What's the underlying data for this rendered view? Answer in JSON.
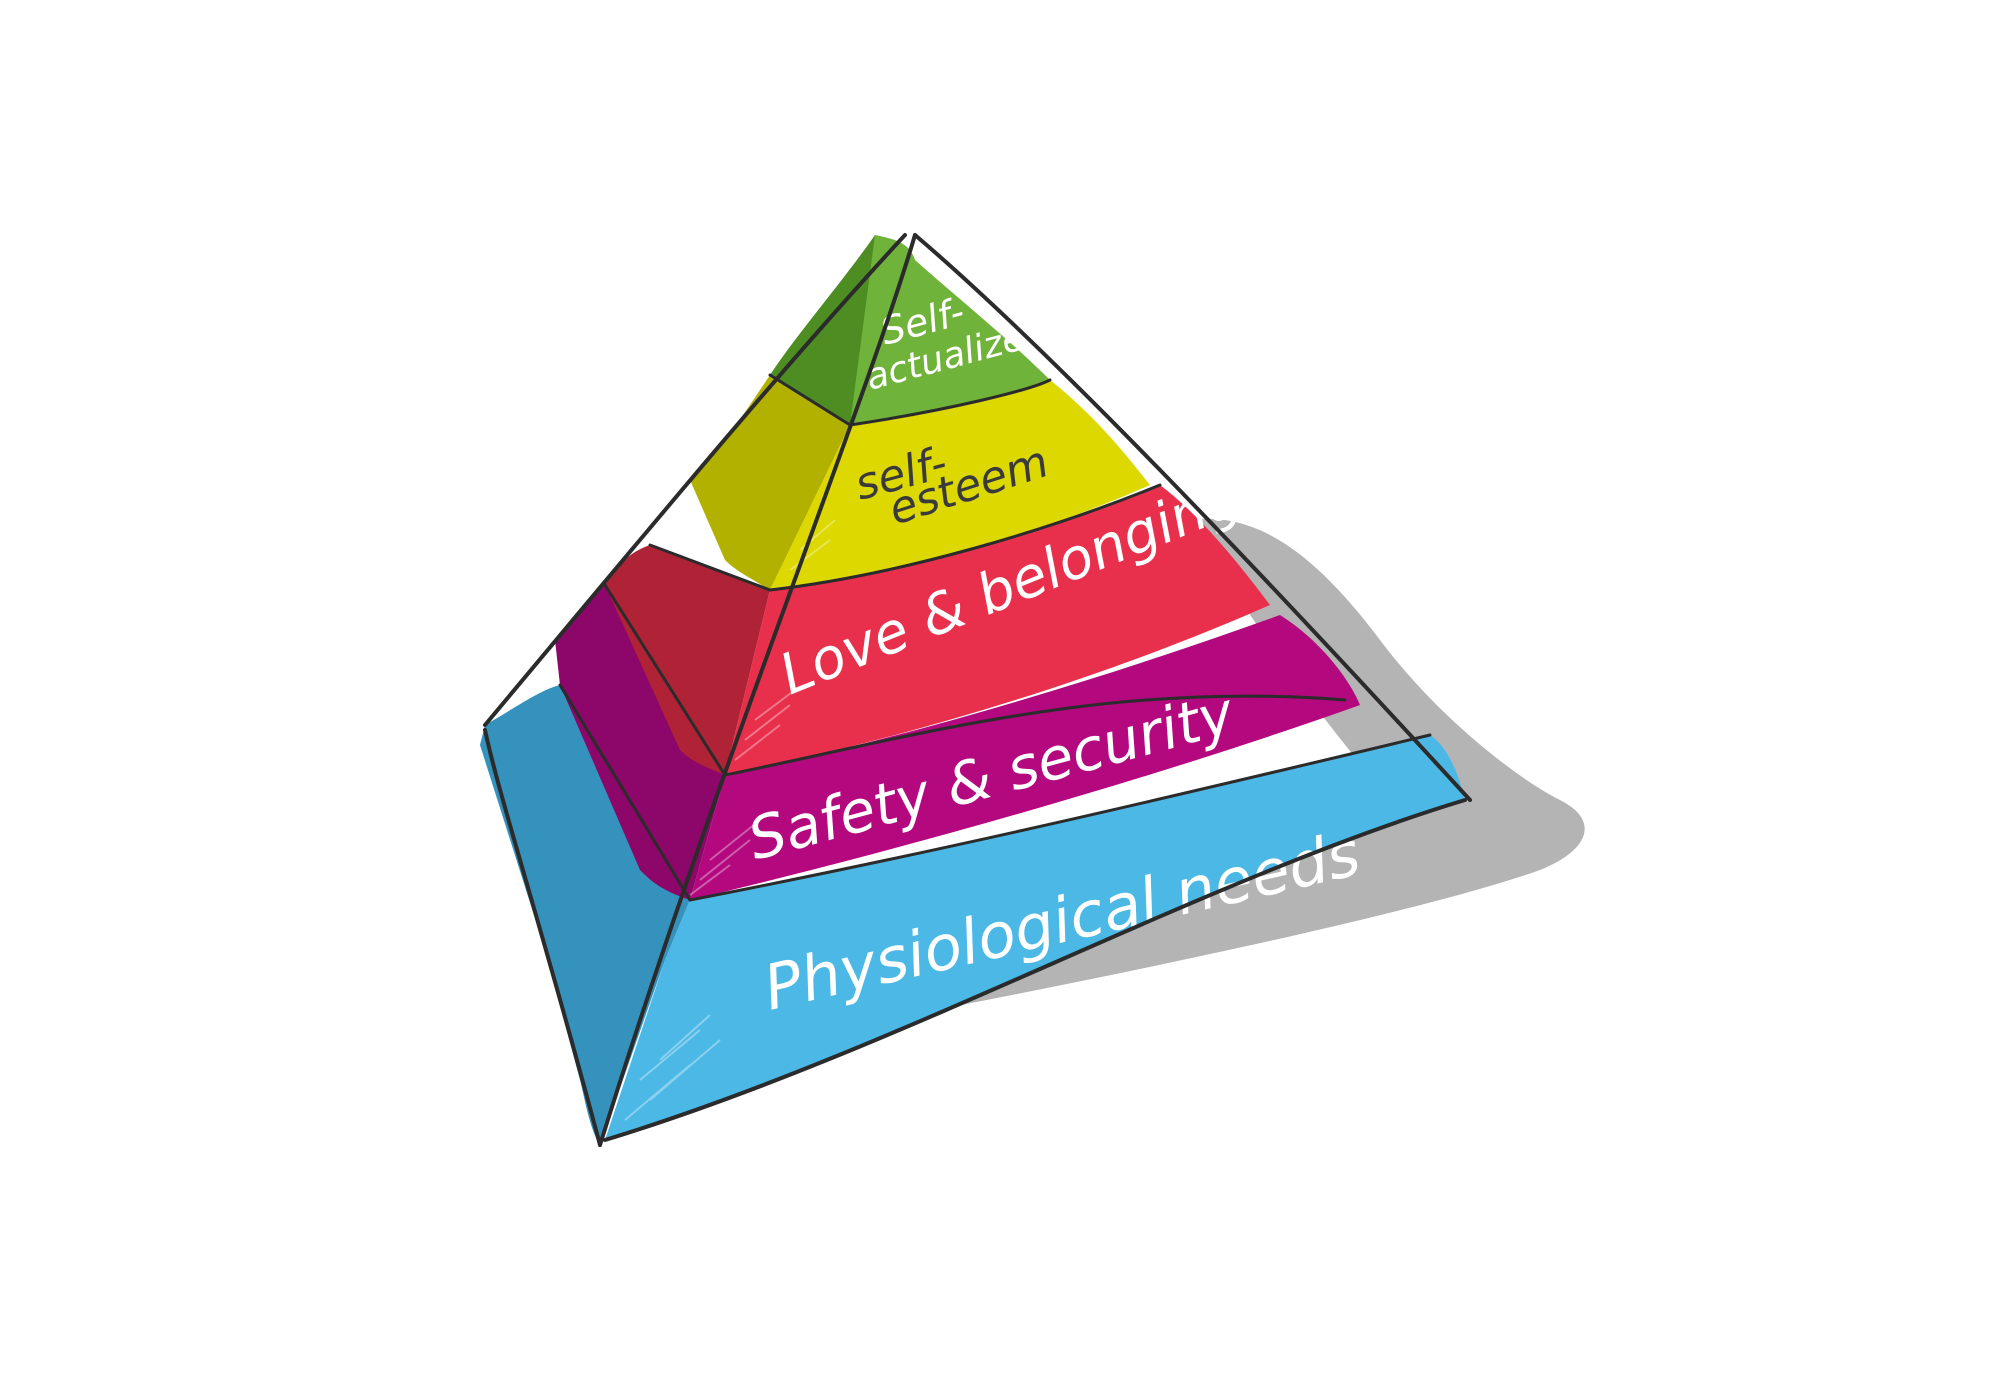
{
  "pyramid": {
    "levels": [
      {
        "label": "Physiological needs",
        "front_color": "#4cb8e6",
        "side_color": "#3592bd"
      },
      {
        "label": "Safety & security",
        "front_color": "#b3087e",
        "side_color": "#8d0669"
      },
      {
        "label": "Love & belonging",
        "front_color": "#e8304c",
        "side_color": "#b02236"
      },
      {
        "label_line1": "self-",
        "label_line2": "esteem",
        "front_color": "#dcd800",
        "side_color": "#b2b100"
      },
      {
        "label_line1": "Self-",
        "label_line2": "actualize",
        "front_color": "#6fb33a",
        "side_color": "#4d8d22"
      }
    ],
    "shadow_color": "#b4b4b4",
    "outline_color": "#2b2b2b"
  }
}
